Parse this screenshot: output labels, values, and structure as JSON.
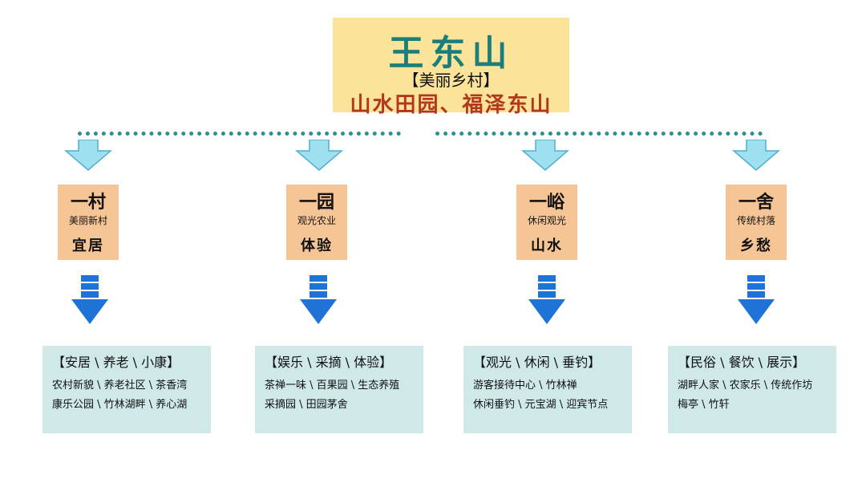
{
  "title": {
    "main": "王东山",
    "sub": "【美丽乡村】",
    "slogan": "山水田园、福泽东山"
  },
  "colors": {
    "title_bg": "#fbe49a",
    "node_bg": "#f6c596",
    "info_bg": "#cfe8e8",
    "arrow_light": "#9ee0f0",
    "arrow_dark": "#1f73d6",
    "dots": "#2d8e8a"
  },
  "nodes": [
    {
      "title": "一村",
      "sub": "美丽新村",
      "bottom": "宜居",
      "info_head": "【安居 \\ 养老 \\ 小康】",
      "info_lines": [
        "农村新貌 \\ 养老社区 \\ 茶香湾",
        "康乐公园 \\ 竹林湖畔 \\ 养心湖"
      ]
    },
    {
      "title": "一园",
      "sub": "观光农业",
      "bottom": "体验",
      "info_head": "【娱乐 \\ 采摘 \\ 体验】",
      "info_lines": [
        "茶禅一味 \\ 百果园 \\ 生态养殖",
        " 采摘园 \\ 田园茅舍"
      ]
    },
    {
      "title": "一峪",
      "sub": "休闲观光",
      "bottom": "山水",
      "info_head": "【观光 \\ 休闲 \\ 垂钓】",
      "info_lines": [
        "游客接待中心 \\ 竹林禅",
        "休闲垂钓 \\ 元宝湖 \\ 迎宾节点"
      ]
    },
    {
      "title": "一舍",
      "sub": "传统村落",
      "bottom": "乡愁",
      "info_head": "【民俗 \\ 餐饮 \\ 展示】",
      "info_lines": [
        "湖畔人家 \\ 农家乐 \\ 传统作坊",
        " 梅亭 \\ 竹轩"
      ]
    }
  ]
}
